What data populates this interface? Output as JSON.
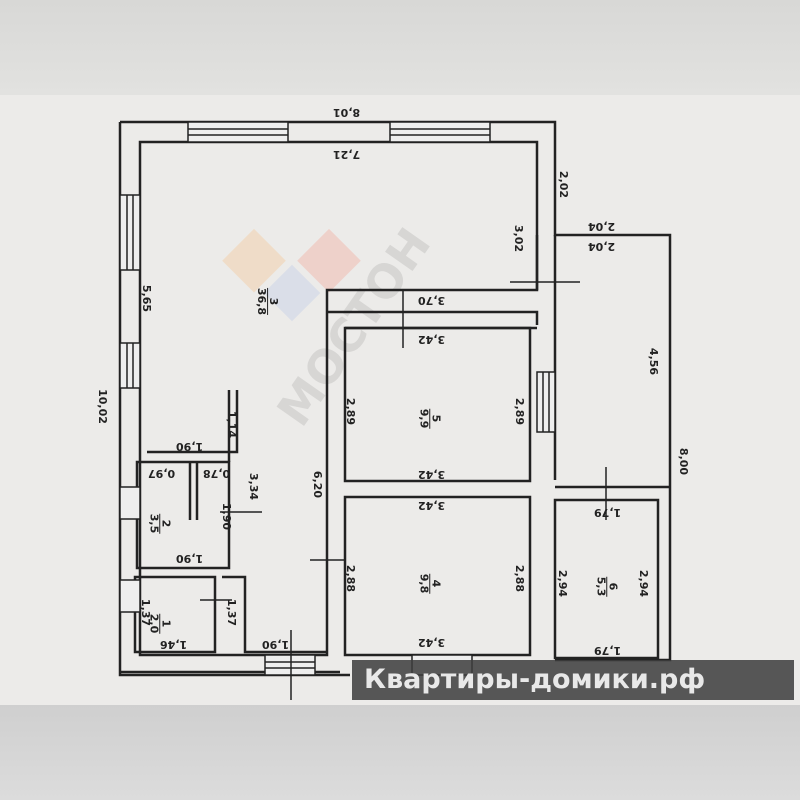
{
  "plan": {
    "rooms": [
      {
        "number": "1",
        "area": "2,0"
      },
      {
        "number": "2",
        "area": "3,5"
      },
      {
        "number": "3",
        "area": "36,8"
      },
      {
        "number": "4",
        "area": "9,8"
      },
      {
        "number": "5",
        "area": "9,9"
      },
      {
        "number": "6",
        "area": "5,3"
      }
    ],
    "dimensions": {
      "outer_top": "8,01",
      "inner_top": "7,21",
      "left_total": "10,02",
      "left_room3": "5,65",
      "right_upper": "2,02",
      "room3_right": "3,02",
      "right_top_outer": "2,04",
      "right_top_inner": "2,04",
      "right_room": "4,56",
      "right_total": "8,00",
      "corridor": "3,70",
      "r5_top": "3,42",
      "r5_left": "2,89",
      "r5_right": "2,89",
      "r5_bottom": "3,42",
      "r4_top": "3,42",
      "r4_left": "2,88",
      "r4_right": "2,88",
      "r4_bottom": "3,42",
      "r6_top": "1,79",
      "r6_left": "2,94",
      "r6_right": "2,94",
      "r6_bottom": "1,79",
      "partition": "1,14",
      "r3_bottom": "1,90",
      "r2_a": "0,97",
      "r2_b": "0,78",
      "r2_h": "1,90",
      "r2_bottom": "1,90",
      "hall": "3,34",
      "hall_long": "6,20",
      "r1_left": "1,37",
      "r1_right": "1,37",
      "r1_bottom": "1,46",
      "entry": "1,90"
    }
  },
  "watermark": {
    "site": "Квартиры-домики.рф",
    "brand": "МОСТОН"
  }
}
